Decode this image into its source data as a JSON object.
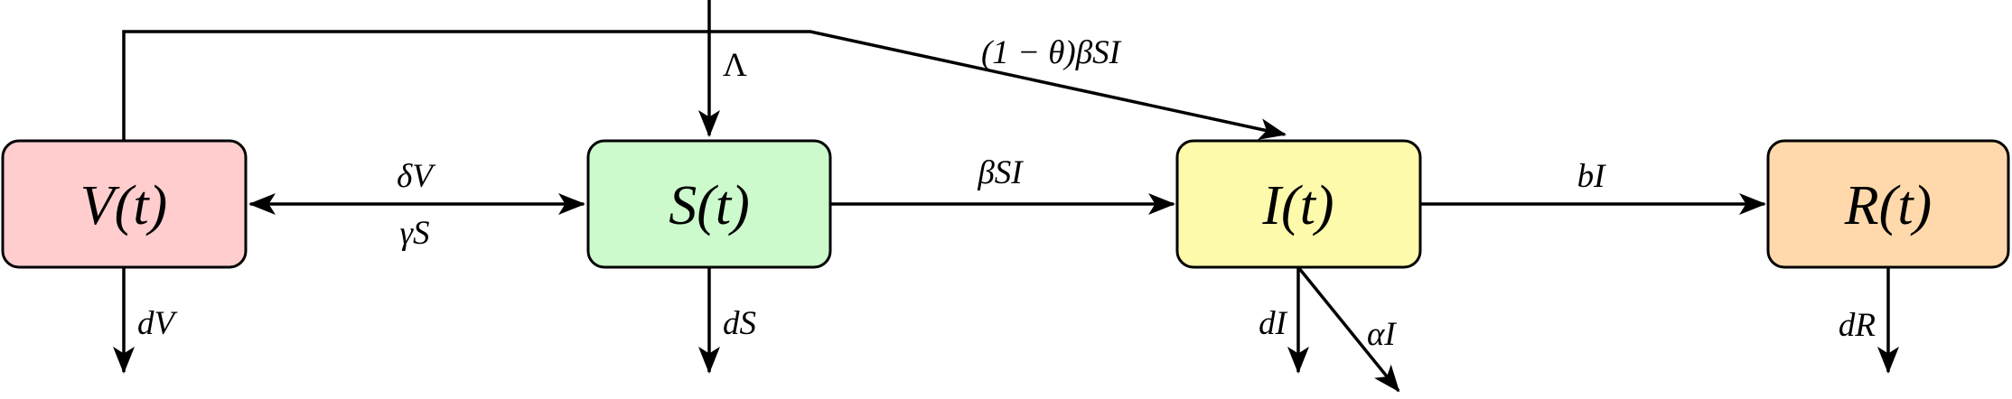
{
  "diagram": {
    "background_color": "#ffffff",
    "line_color": "#000000",
    "nodes": {
      "v": {
        "label": "V(t)",
        "color": "#ffcdcd"
      },
      "s": {
        "label": "S(t)",
        "color": "#ccfacc"
      },
      "i": {
        "label": "I(t)",
        "color": "#fdfaab"
      },
      "r": {
        "label": "R(t)",
        "color": "#ffd9ab"
      }
    },
    "edge_labels": {
      "recruitment": "Λ",
      "vaccinated_infection": "(1 − θ)βSI",
      "vaccination_rate": "δV",
      "waning_rate": "γS",
      "infection_rate": "βSI",
      "recovery_rate": "bI",
      "natural_death_v": "dV",
      "natural_death_s": "dS",
      "natural_death_i": "dI",
      "disease_death_i": "αI",
      "natural_death_r": "dR"
    }
  }
}
